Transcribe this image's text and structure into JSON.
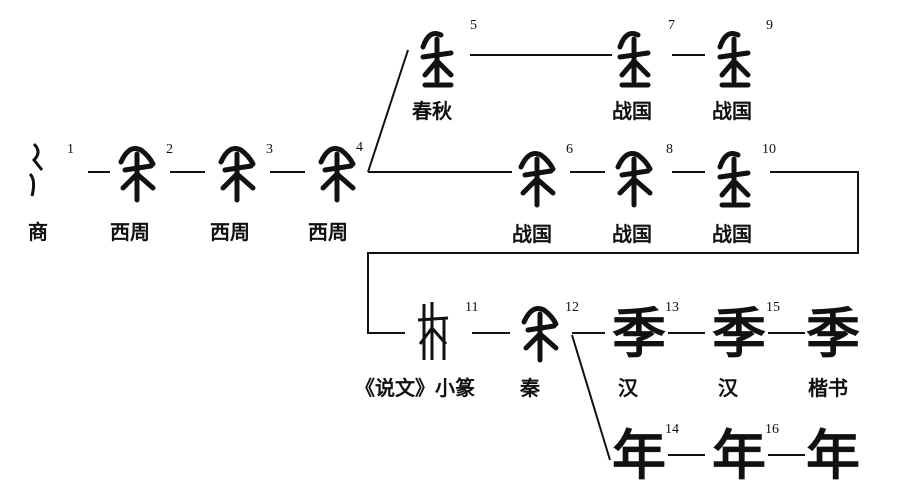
{
  "title": "年字演变",
  "nodes": [
    {
      "n": "1",
      "era": "商"
    },
    {
      "n": "2",
      "era": "西周"
    },
    {
      "n": "3",
      "era": "西周"
    },
    {
      "n": "4",
      "era": "西周"
    },
    {
      "n": "5",
      "era": "春秋"
    },
    {
      "n": "6",
      "era": "战国"
    },
    {
      "n": "7",
      "era": "战国"
    },
    {
      "n": "8",
      "era": "战国"
    },
    {
      "n": "9",
      "era": "战国"
    },
    {
      "n": "10",
      "era": "战国"
    },
    {
      "n": "11",
      "era": "《说文》小篆"
    },
    {
      "n": "12",
      "era": "秦"
    },
    {
      "n": "13",
      "era": "汉"
    },
    {
      "n": "14",
      "era": ""
    },
    {
      "n": "15",
      "era": "汉"
    },
    {
      "n": "16",
      "era": ""
    }
  ],
  "final_label": "楷书",
  "final_chars": {
    "upper": "季",
    "lower": "年"
  }
}
